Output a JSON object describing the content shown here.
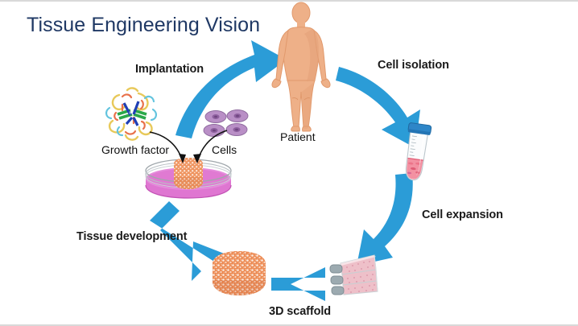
{
  "slide": {
    "title": "Tissue Engineering Vision",
    "background_color": "#ffffff",
    "title_color": "#1f3864",
    "arrow_color": "#2b9cd7"
  },
  "cycle": {
    "steps": [
      {
        "id": "implantation",
        "label": "Implantation"
      },
      {
        "id": "cell-isolation",
        "label": "Cell isolation"
      },
      {
        "id": "cell-expansion",
        "label": "Cell expansion"
      },
      {
        "id": "3d-scaffold",
        "label": "3D scaffold"
      },
      {
        "id": "tissue-development",
        "label": "Tissue development"
      }
    ]
  },
  "figures": {
    "patient": "Patient",
    "growth_factor": "Growth factor",
    "cells": "Cells"
  },
  "icons": {
    "patient": "human-body-icon",
    "tube": "centrifuge-tube-icon",
    "flasks": "culture-flask-stack-icon",
    "scaffold": "3d-scaffold-icon",
    "petri": "petri-dish-icon",
    "protein": "protein-ribbon-icon",
    "cell_cluster": "cell-cluster-icon"
  },
  "colors": {
    "arrow_blue": "#2b9cd7",
    "skin": "#eeb088",
    "skin_shadow": "#e09e74",
    "tube_cap": "#2e86c8",
    "tube_media": "#f2889a",
    "flask_pink": "#eec0c9",
    "scaffold_orange": "#e8834a",
    "petri_pink": "#e07ad2",
    "cell_purple": "#b48ac0"
  }
}
